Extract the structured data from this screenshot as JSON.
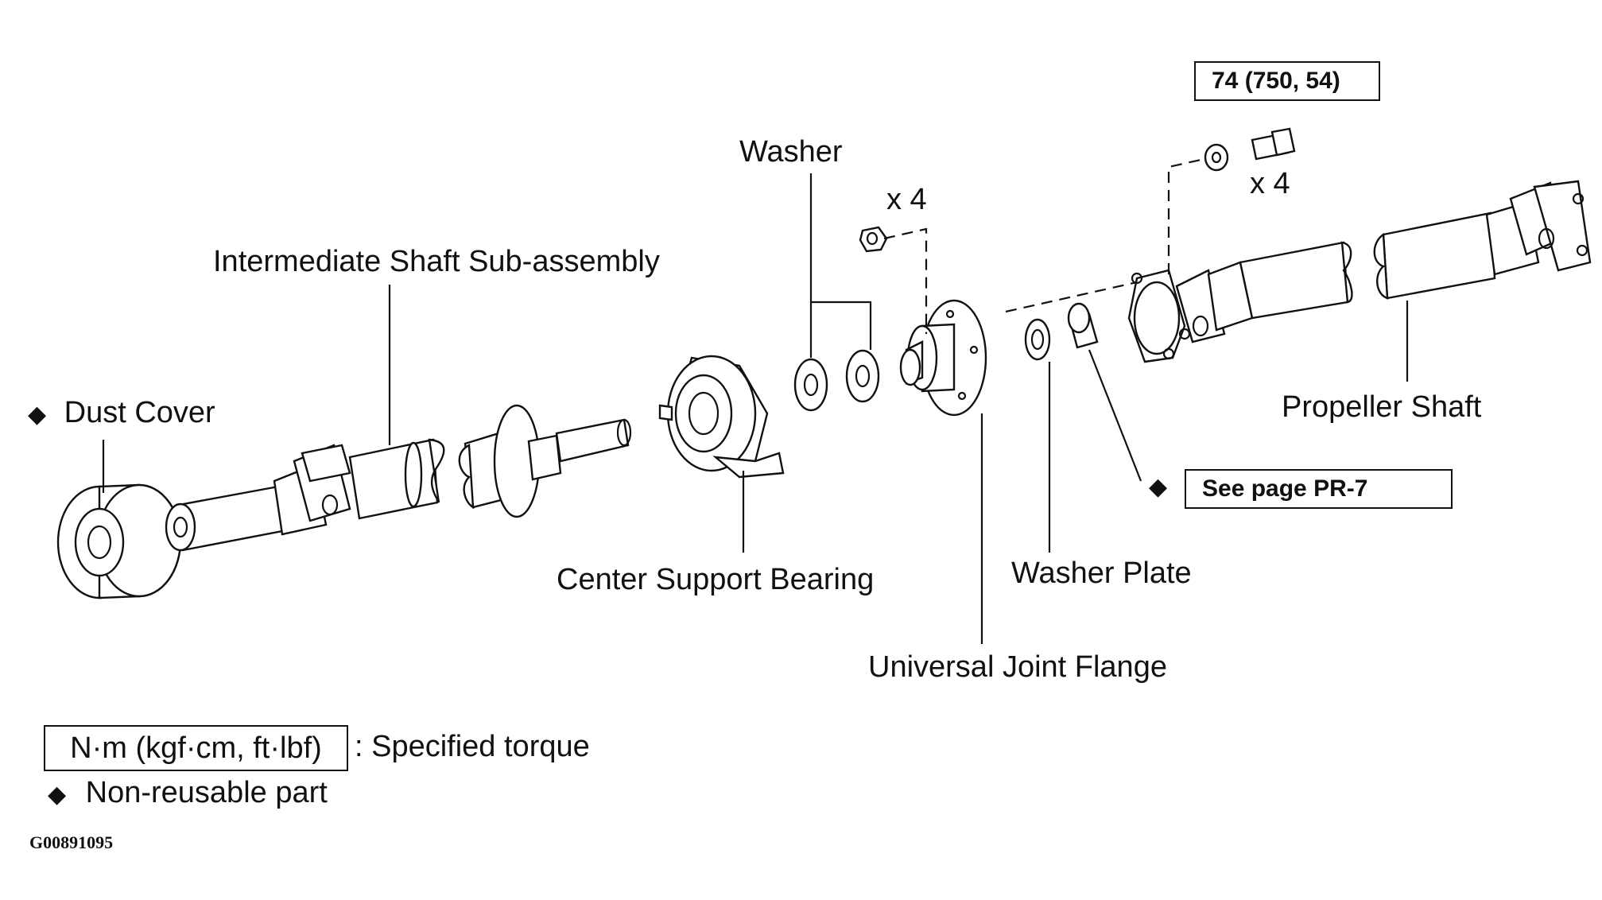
{
  "parts": {
    "dust_cover": "Dust Cover",
    "intermediate_shaft": "Intermediate Shaft Sub-assembly",
    "center_support_bearing": "Center Support Bearing",
    "washer": "Washer",
    "universal_joint_flange": "Universal Joint Flange",
    "washer_plate": "Washer Plate",
    "propeller_shaft": "Propeller Shaft"
  },
  "quantities": {
    "nut_count": "x 4",
    "bolt_count": "x 4"
  },
  "torque_spec": "74 (750, 54)",
  "see_page": "See page PR-7",
  "legend": {
    "torque_unit": "N·m (kgf·cm, ft·lbf)",
    "torque_desc": ": Specified torque",
    "nonreusable_desc": "Non-reusable part"
  },
  "figure_id": "G00891095",
  "symbols": {
    "non_reusable": "◆"
  }
}
